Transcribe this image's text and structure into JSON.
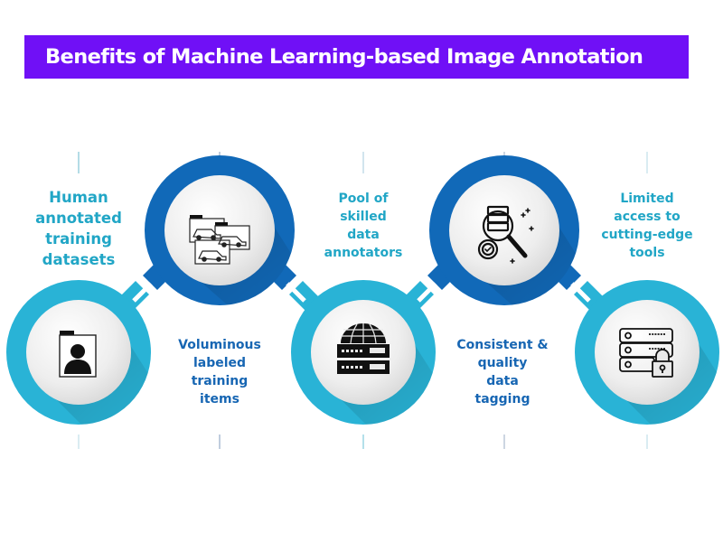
{
  "title": "Benefits of Machine Learning-based Image Annotation",
  "colors": {
    "title_bg": "#7010f6",
    "title_text": "#ffffff",
    "cyan_ring": "#29b3d6",
    "blue_ring": "#1169b8",
    "cyan_text": "#21a6c6",
    "blue_text": "#1766b3",
    "inner_disc": "#ececec"
  },
  "steps": [
    {
      "id": 1,
      "label_lines": [
        "Human",
        "annotated",
        "training",
        "datasets"
      ],
      "icon": "person-profile-folder-icon",
      "ring": "cyan",
      "label_position": "above"
    },
    {
      "id": 2,
      "label_lines": [
        "Voluminous",
        "labeled",
        "training",
        "items"
      ],
      "icon": "car-image-folders-icon",
      "ring": "blue",
      "label_position": "below"
    },
    {
      "id": 3,
      "label_lines": [
        "Pool of",
        "skilled",
        "data",
        "annotators"
      ],
      "icon": "globe-server-icon",
      "ring": "cyan",
      "label_position": "above"
    },
    {
      "id": 4,
      "label_lines": [
        "Consistent &",
        "quality",
        "data",
        "tagging"
      ],
      "icon": "data-search-gear-icon",
      "ring": "blue",
      "label_position": "below"
    },
    {
      "id": 5,
      "label_lines": [
        "Limited",
        "access to",
        "cutting-edge",
        "tools"
      ],
      "icon": "locked-server-icon",
      "ring": "cyan",
      "label_position": "above"
    }
  ]
}
